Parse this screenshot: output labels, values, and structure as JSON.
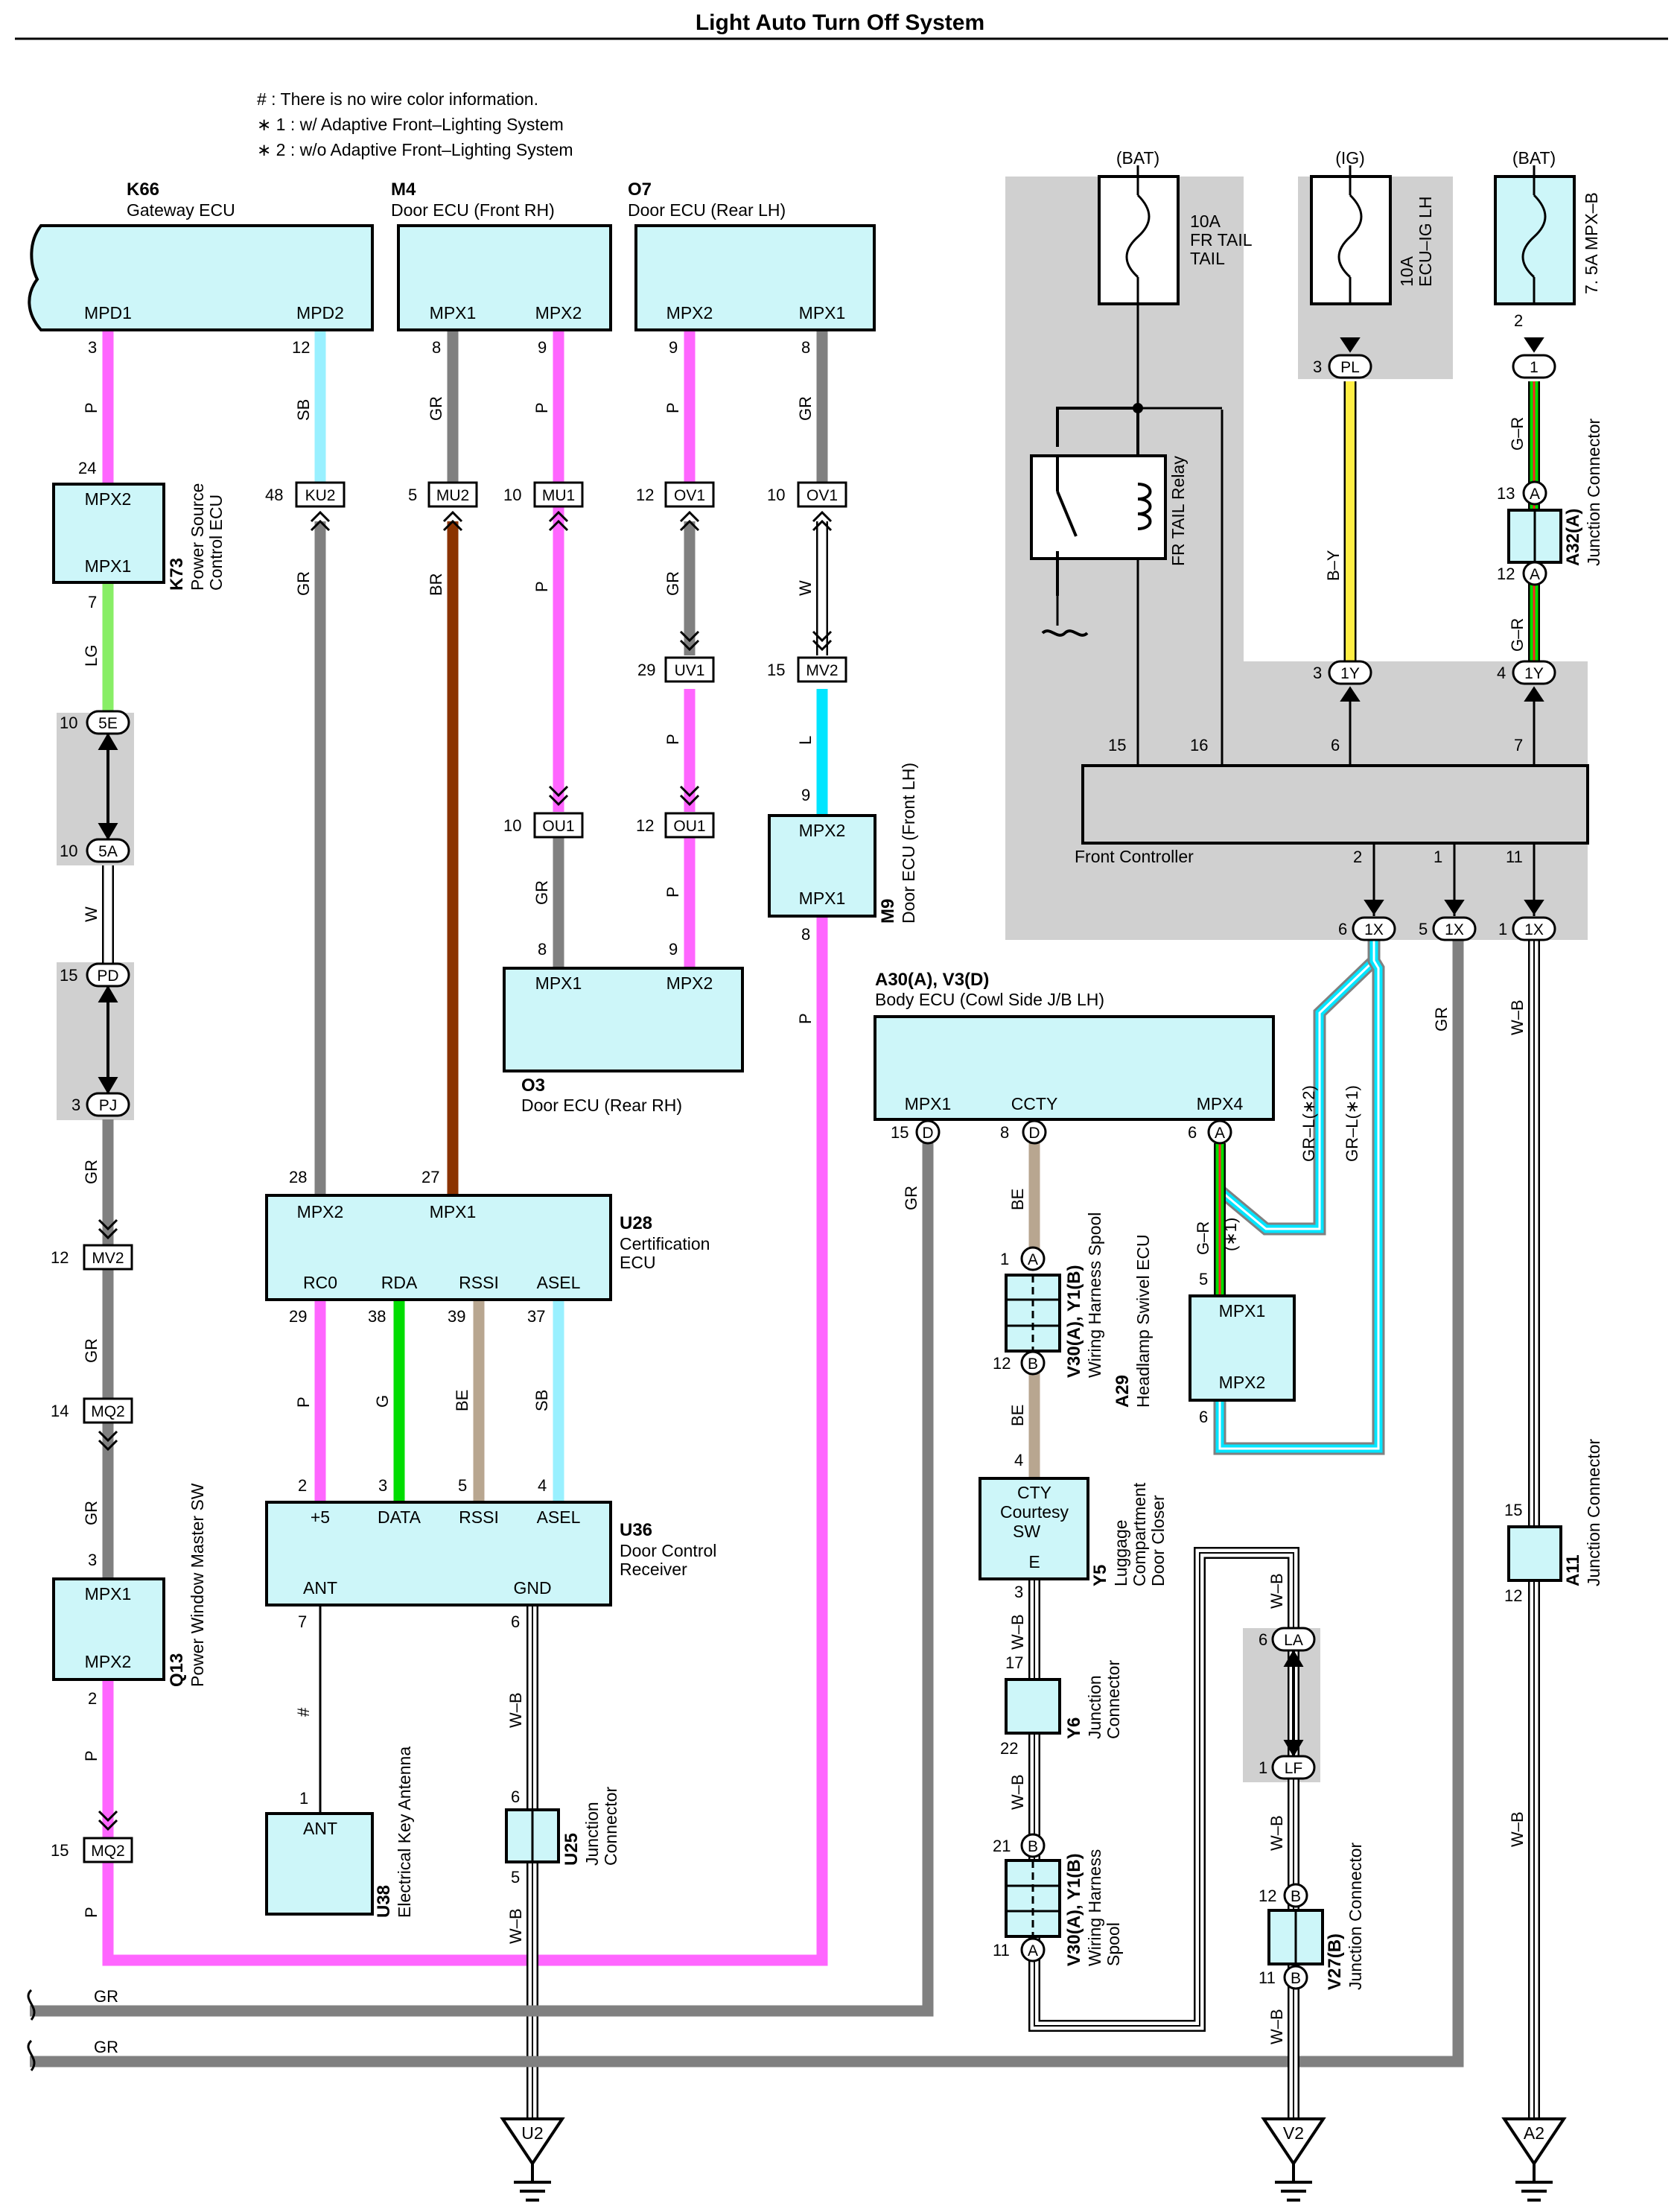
{
  "title": "Light Auto Turn Off System",
  "notes": [
    "# : There is no wire color information.",
    "∗ 1 : w/ Adaptive Front–Lighting System",
    "∗ 2 : w/o Adaptive Front–Lighting System"
  ],
  "colors": {
    "P": "#ff66ff",
    "SB": "#99f0ff",
    "GR": "#808080",
    "BR": "#8b3300",
    "LG": "#88ee66",
    "W": "#ffffff",
    "L": "#00e5ff",
    "G": "#00dd00",
    "BE": "#b8a690",
    "B-Y": "#ffee44",
    "W-B": "#ffffff",
    "component_fill": "#cdf6f9",
    "shaded_area": "#d0d0d0"
  },
  "components": [
    {
      "id": "K66",
      "name": "Gateway ECU",
      "pins": [
        "MPD1",
        "MPD2"
      ]
    },
    {
      "id": "M4",
      "name": "Door ECU (Front RH)",
      "pins": [
        "MPX1",
        "MPX2"
      ]
    },
    {
      "id": "O7",
      "name": "Door ECU (Rear LH)",
      "pins": [
        "MPX2",
        "MPX1"
      ]
    },
    {
      "id": "K73",
      "name": "Power Source Control ECU",
      "pins": [
        "MPX2",
        "MPX1"
      ]
    },
    {
      "id": "O3",
      "name": "Door ECU (Rear RH)",
      "pins": [
        "MPX1",
        "MPX2"
      ]
    },
    {
      "id": "M9",
      "name": "Door ECU (Front LH)",
      "pins": [
        "MPX2",
        "MPX1"
      ]
    },
    {
      "id": "U28",
      "name": "Certification ECU",
      "pins": [
        "MPX2",
        "MPX1",
        "RC0",
        "RDA",
        "RSSI",
        "ASEL"
      ]
    },
    {
      "id": "U36",
      "name": "Door Control Receiver",
      "pins": [
        "+5",
        "DATA",
        "RSSI",
        "ASEL",
        "ANT",
        "GND"
      ]
    },
    {
      "id": "Q13",
      "name": "Power Window Master SW",
      "pins": [
        "MPX1",
        "MPX2"
      ]
    },
    {
      "id": "U38",
      "name": "Electrical Key Antenna",
      "pins": [
        "ANT"
      ]
    },
    {
      "id": "U25",
      "name": "Junction Connector",
      "pins": []
    },
    {
      "id": "A30(A), V3(D)",
      "name": "Body ECU (Cowl Side J/B LH)",
      "pins": [
        "MPX1",
        "CCTY",
        "MPX4"
      ]
    },
    {
      "id": "V30(A), Y1(B)",
      "name": "Wiring Harness Spool",
      "pins": []
    },
    {
      "id": "A29",
      "name": "Headlamp Swivel ECU",
      "pins": [
        "MPX1",
        "MPX2"
      ]
    },
    {
      "id": "Y5",
      "name": "Luggage Compartment Door Closer",
      "pins": [
        "CTY",
        "Courtesy",
        "SW",
        "E"
      ]
    },
    {
      "id": "Y6",
      "name": "Junction Connector",
      "pins": []
    },
    {
      "id": "V27(B)",
      "name": "Junction Connector",
      "pins": []
    },
    {
      "id": "A11",
      "name": "Junction Connector",
      "pins": []
    },
    {
      "id": "A32(A)",
      "name": "Junction Connector",
      "pins": []
    },
    {
      "id": "FRONT",
      "name": "Front Controller",
      "pins": [
        "15",
        "16",
        "6",
        "7",
        "2",
        "1",
        "11"
      ]
    },
    {
      "id": "RELAY",
      "name": "FR TAIL Relay",
      "pins": []
    }
  ],
  "fuses": [
    {
      "source": "(BAT)",
      "rating": "10A",
      "name": "FR TAIL"
    },
    {
      "source": "(IG)",
      "rating": "10A",
      "name": "ECU–IG LH"
    },
    {
      "source": "(BAT)",
      "rating": "7. 5A",
      "name": "MPX–B"
    }
  ],
  "grounds": [
    "U2",
    "V2",
    "A2"
  ],
  "wire_notes": {
    "grl1": "GR–L(∗1)",
    "grl2": "GR–L(∗2)",
    "gr1": "(∗1)"
  }
}
